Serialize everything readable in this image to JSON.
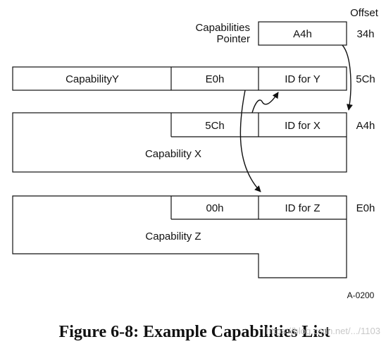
{
  "header": {
    "offset_heading": "Offset"
  },
  "pointer": {
    "label_line1": "Capabilities",
    "label_line2": "Pointer",
    "value": "A4h",
    "offset": "34h"
  },
  "capability_y": {
    "name": "CapabilityY",
    "next_pointer": "E0h",
    "id_field": "ID for Y",
    "offset": "5Ch"
  },
  "capability_x": {
    "name": "Capability X",
    "next_pointer": "5Ch",
    "id_field": "ID for X",
    "offset": "A4h"
  },
  "capability_z": {
    "name": "Capability Z",
    "next_pointer": "00h",
    "id_field": "ID for Z",
    "offset": "E0h"
  },
  "figure_id": "A-0200",
  "caption": "Figure 6-8:  Example Capabilities List",
  "watermark": "https://blog.csdn.net/.../1103"
}
